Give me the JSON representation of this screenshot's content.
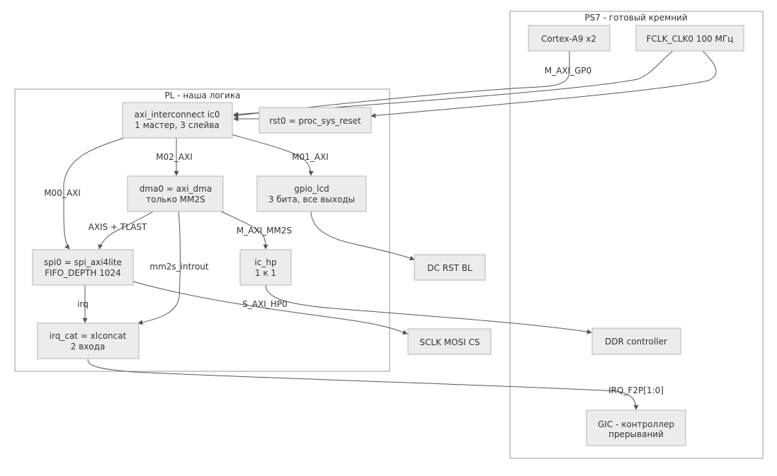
{
  "clusters": {
    "ps7": {
      "title": "PS7 - готовый кремний"
    },
    "pl": {
      "title": "PL - наша логика"
    }
  },
  "nodes": {
    "cortex": {
      "lines": [
        "Cortex-A9 x2"
      ]
    },
    "fclk": {
      "lines": [
        "FCLK_CLK0 100 МГц"
      ]
    },
    "ic0": {
      "lines": [
        "axi_interconnect ic0",
        "1 мастер, 3 слейва"
      ]
    },
    "rst0": {
      "lines": [
        "rst0 = proc_sys_reset"
      ]
    },
    "dma0": {
      "lines": [
        "dma0 = axi_dma",
        "только MM2S"
      ]
    },
    "gpio": {
      "lines": [
        "gpio_lcd",
        "3 бита, все выходы"
      ]
    },
    "spi0": {
      "lines": [
        "spi0 = spi_axi4lite",
        "FIFO_DEPTH 1024"
      ]
    },
    "ichp": {
      "lines": [
        "ic_hp",
        "1 к 1"
      ]
    },
    "irqcat": {
      "lines": [
        "irq_cat = xlconcat",
        "2 входа"
      ]
    },
    "dcrst": {
      "lines": [
        "DC RST BL"
      ]
    },
    "sclk": {
      "lines": [
        "SCLK MOSI CS"
      ]
    },
    "ddr": {
      "lines": [
        "DDR controller"
      ]
    },
    "gic": {
      "lines": [
        "GIC - контроллер",
        "прерываний"
      ]
    }
  },
  "edge_labels": {
    "m_axi_gp0": "M_AXI_GP0",
    "m02_axi": "M02_AXI",
    "m01_axi": "M01_AXI",
    "m00_axi": "M00_AXI",
    "axis_tlast": "AXIS + TLAST",
    "m_axi_mm2s": "M_AXI_MM2S",
    "mm2s_introut": "mm2s_introut",
    "irq": "irq",
    "s_axi_hp0": "S_AXI_HP0",
    "irq_f2p": "IRQ_F2P[1:0]"
  },
  "colors": {
    "node_fill": "#ececec",
    "node_stroke": "#b5b5b5",
    "cluster_stroke": "#9a9a9a",
    "edge": "#555555",
    "text": "#333333"
  }
}
